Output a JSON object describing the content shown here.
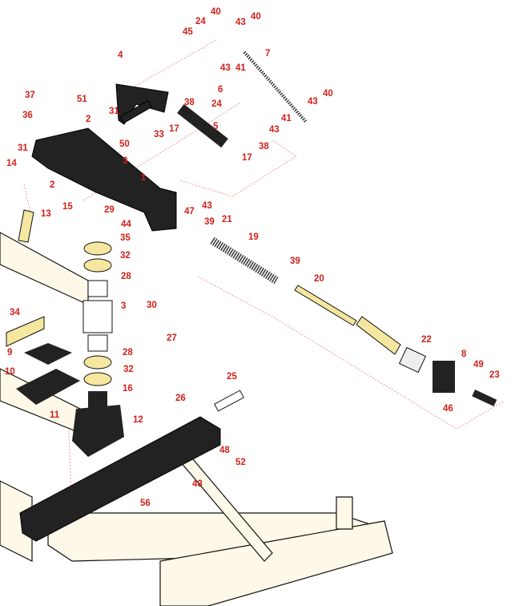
{
  "diagram": {
    "type": "exploded parts diagram",
    "colors": {
      "callout": "#d2201a",
      "part_dark": "#1e1e1e",
      "part_light": "#fdf8e8",
      "brass": "#f6e7a0",
      "leader": "#e8706a"
    },
    "callouts": [
      "40",
      "24",
      "43",
      "40",
      "45",
      "7",
      "4",
      "43",
      "41",
      "6",
      "40",
      "37",
      "51",
      "31",
      "38",
      "24",
      "43",
      "36",
      "2",
      "17",
      "33",
      "5",
      "41",
      "43",
      "50",
      "31",
      "38",
      "3",
      "17",
      "14",
      "2",
      "1",
      "15",
      "29",
      "13",
      "43",
      "47",
      "21",
      "39",
      "44",
      "35",
      "19",
      "32",
      "39",
      "28",
      "20",
      "3",
      "30",
      "34",
      "27",
      "22",
      "9",
      "28",
      "8",
      "32",
      "49",
      "10",
      "23",
      "16",
      "25",
      "26",
      "11",
      "46",
      "12",
      "48",
      "52",
      "43",
      "56"
    ]
  }
}
